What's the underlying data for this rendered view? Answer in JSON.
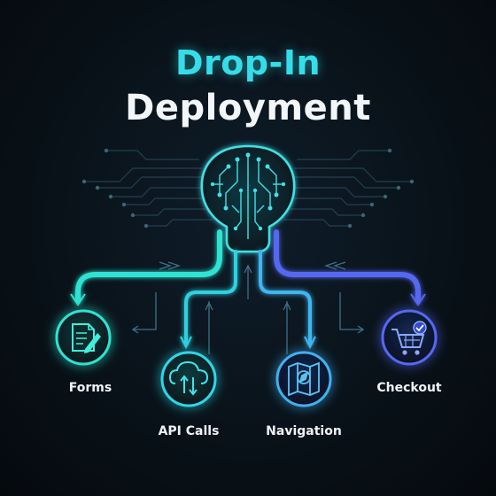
{
  "title": {
    "line1": "Drop-In",
    "line2": "Deployment"
  },
  "nodes": [
    {
      "id": "forms",
      "label": "Forms",
      "icon": "document-pen-icon"
    },
    {
      "id": "api",
      "label": "API Calls",
      "icon": "cloud-sync-icon"
    },
    {
      "id": "nav",
      "label": "Navigation",
      "icon": "map-compass-icon"
    },
    {
      "id": "checkout",
      "label": "Checkout",
      "icon": "shopping-cart-check-icon"
    }
  ],
  "hub": {
    "icon": "brain-circuit-icon"
  },
  "colors": {
    "background": "#091219",
    "teal": "#2fe3d3",
    "cyan": "#35dde9",
    "blue": "#4c6cf0",
    "violet": "#5b5cf0",
    "circuit": "#3a5a6e"
  }
}
